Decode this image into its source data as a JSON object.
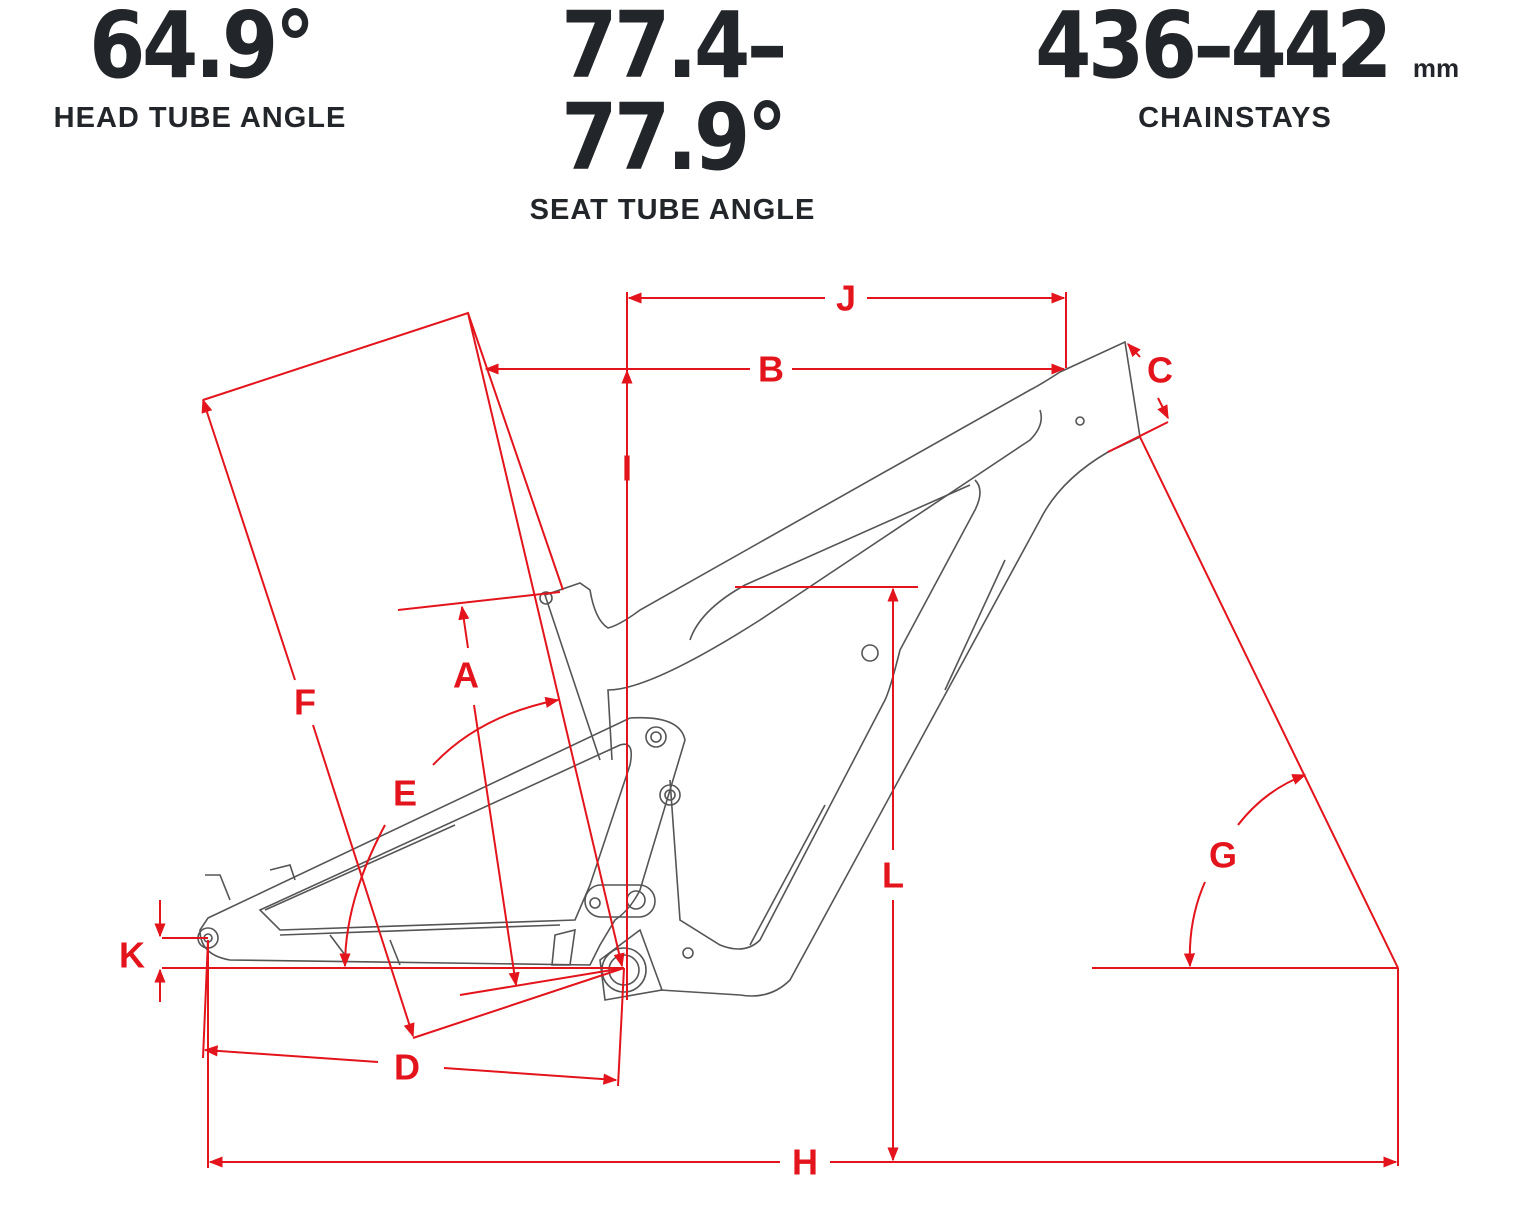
{
  "stats": [
    {
      "value": "64.9°",
      "unit": "",
      "label": "HEAD TUBE ANGLE"
    },
    {
      "value": "77.4–77.9°",
      "unit": "",
      "label": "SEAT TUBE ANGLE"
    },
    {
      "value": "436–442",
      "unit": "mm",
      "label": "CHAINSTAYS"
    }
  ],
  "dimension_labels": {
    "A": "A",
    "B": "B",
    "C": "C",
    "D": "D",
    "E": "E",
    "F": "F",
    "G": "G",
    "H": "H",
    "I": "I",
    "J": "J",
    "K": "K",
    "L": "L"
  },
  "colors": {
    "dimension": "#e3141b",
    "text": "#222529",
    "frame": "#555555"
  }
}
